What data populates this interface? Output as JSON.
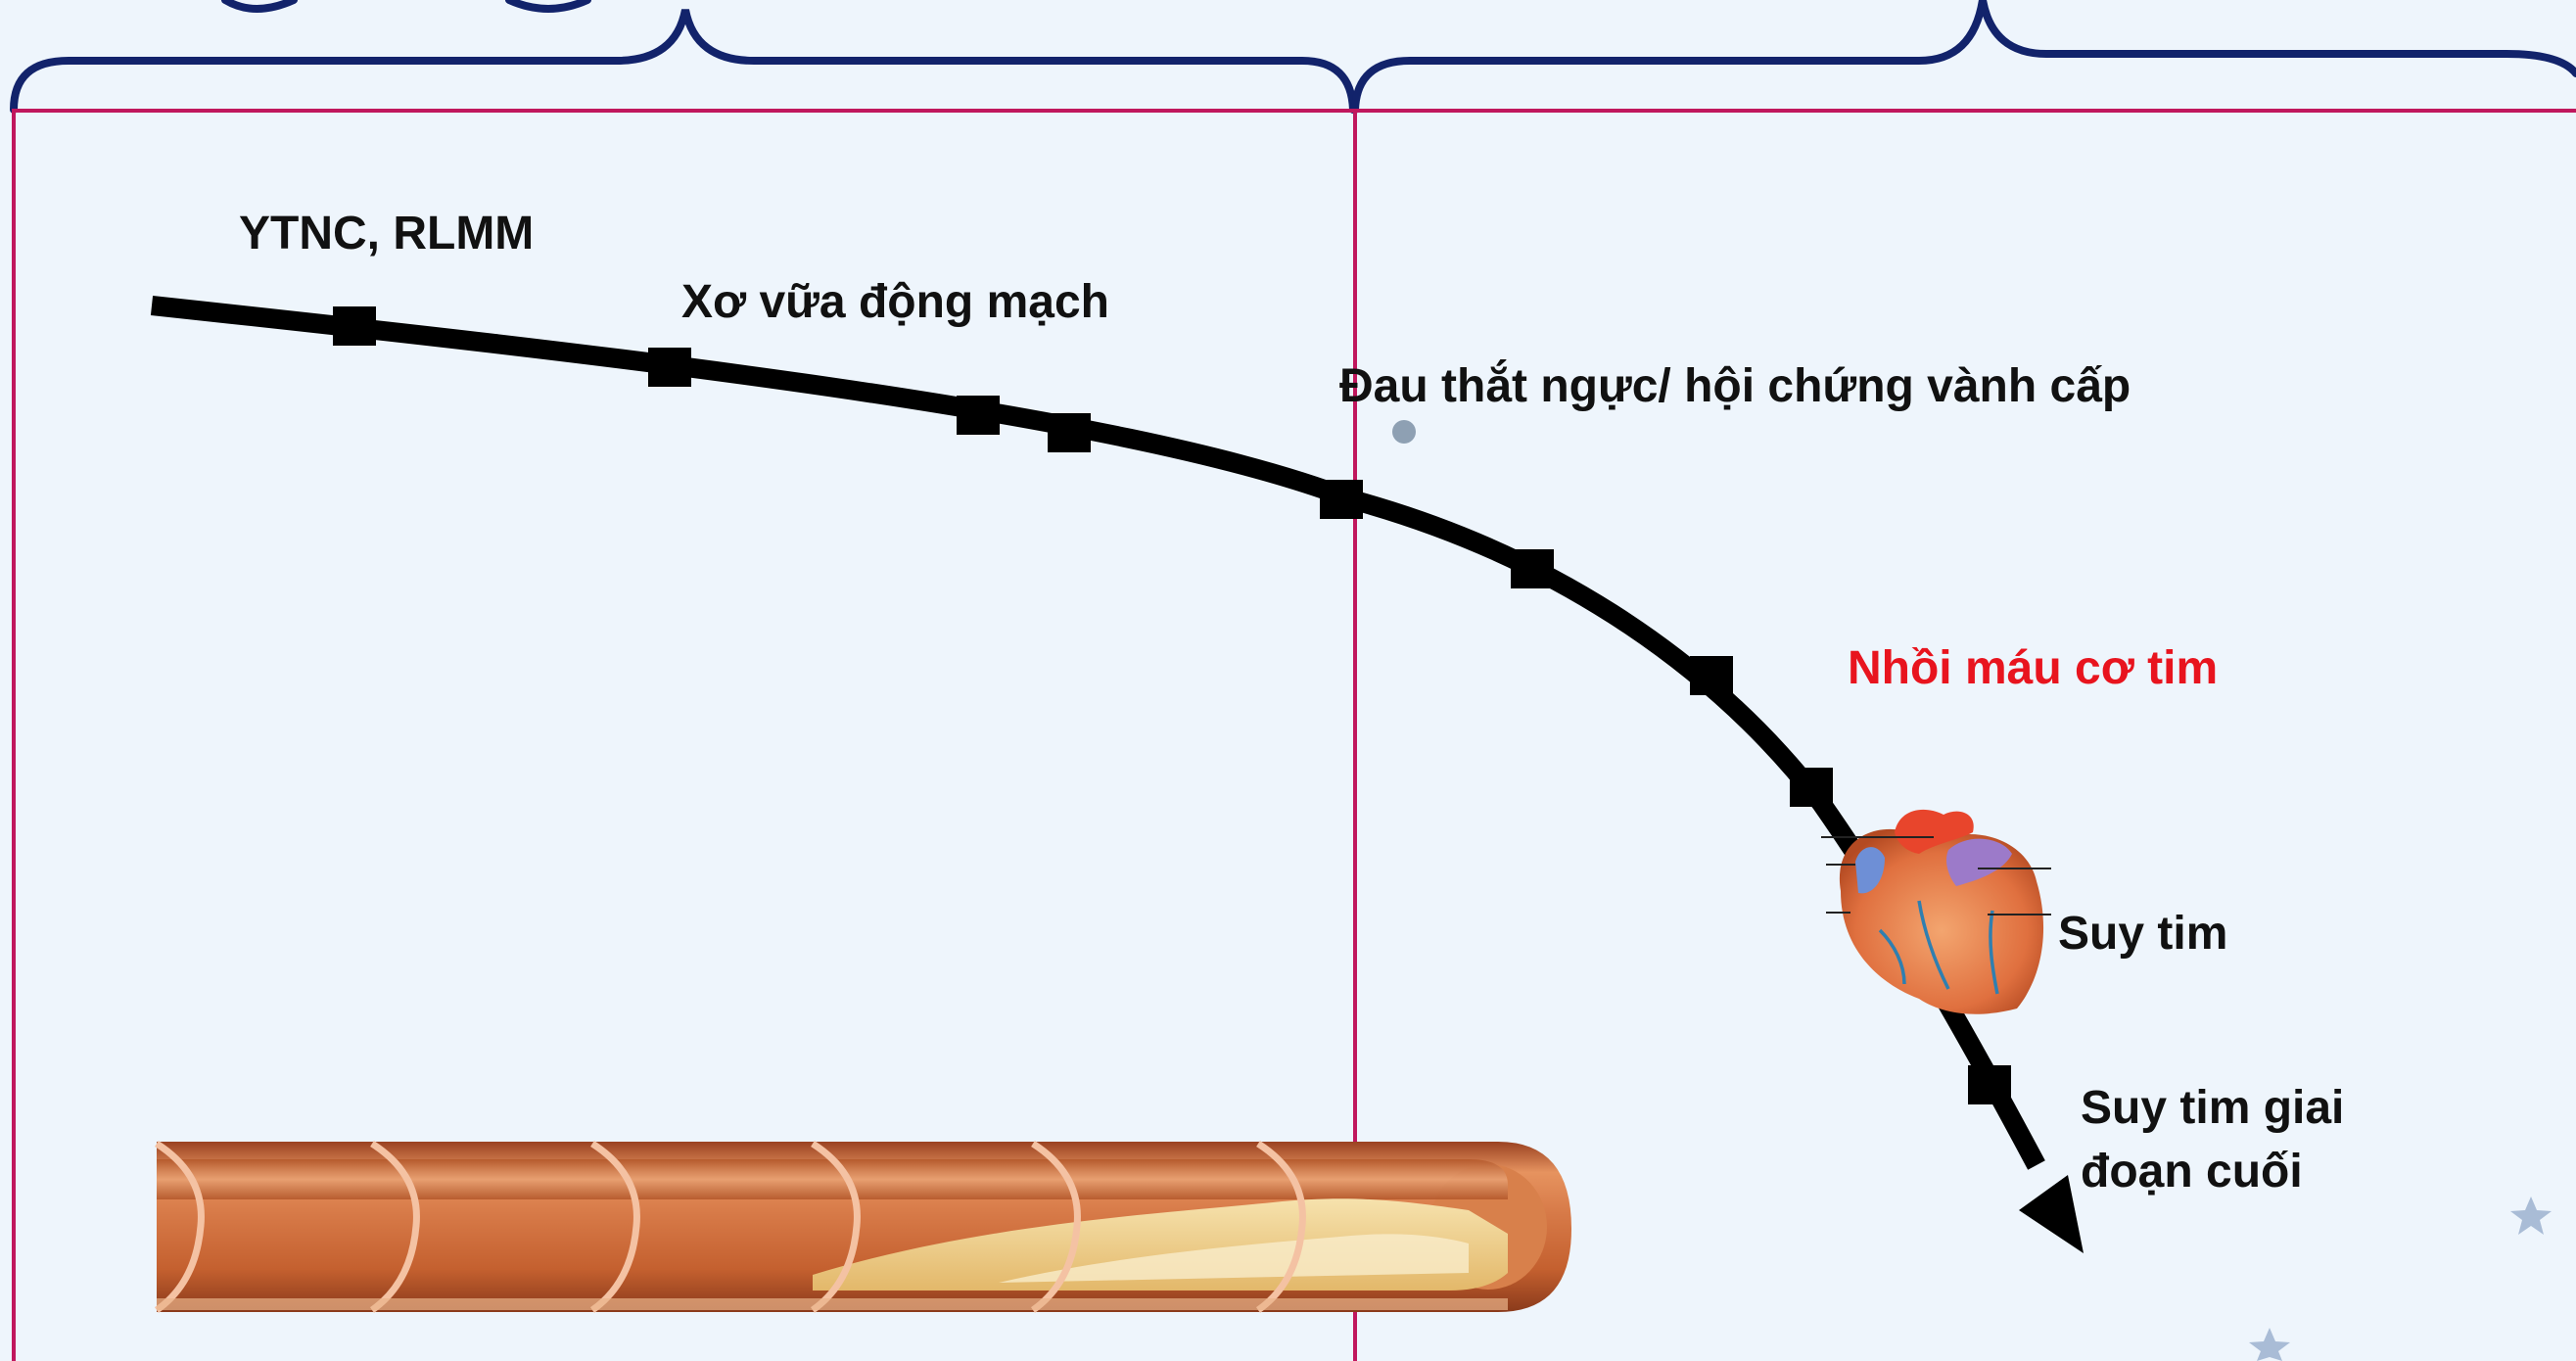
{
  "stages": [
    {
      "id": "ytnc",
      "label": "YTNC, RLMM"
    },
    {
      "id": "xvdm",
      "label": "Xơ vữa động mạch"
    },
    {
      "id": "dtn",
      "label": "Đau thắt ngực/ hội chứng vành cấp"
    },
    {
      "id": "nmct",
      "label": "Nhồi máu cơ tim"
    },
    {
      "id": "suytim",
      "label": "Suy tim"
    },
    {
      "id": "giaidoancuoi",
      "label": "Suy tim giai đoạn cuối"
    }
  ],
  "colors": {
    "background": "#eef5fc",
    "bracket": "#12236b",
    "panel_border": "#c0175d",
    "curve": "#000000",
    "highlight_label": "#e8141e",
    "artery_outer": "#c9653a",
    "plaque": "#f2d493"
  },
  "icons": {
    "heart": "heart-illustration",
    "artery": "artery-cross-section-illustration",
    "stars": "star-icon"
  }
}
